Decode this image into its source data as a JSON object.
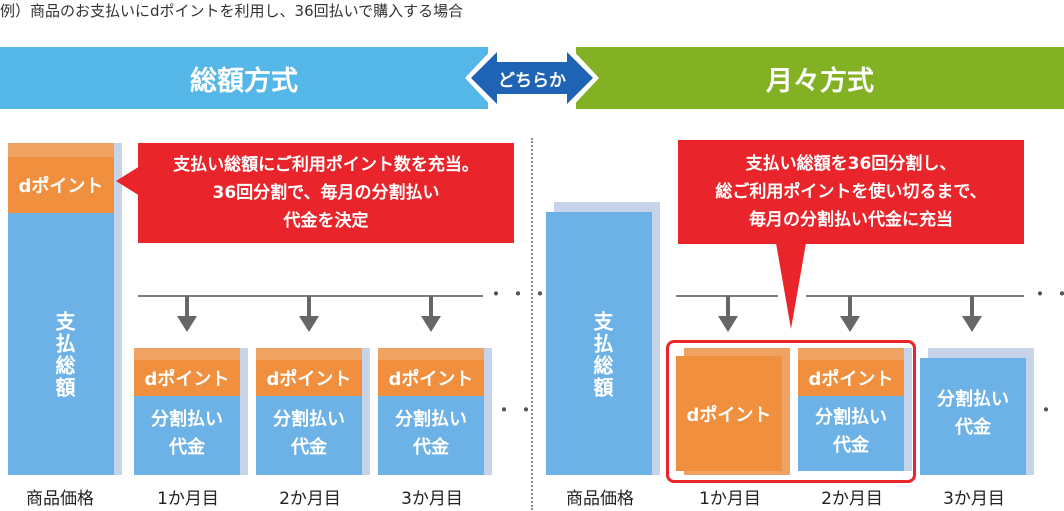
{
  "caption": "例）商品のお支払いにdポイントを利用し、36回払いで購入する場合",
  "either_label": "どちらか",
  "colors": {
    "blue_banner": "#55b6e8",
    "green_banner": "#82b223",
    "bar_blue": "#6cb2e6",
    "dpoint_orange": "#f08f3e",
    "callout_red": "#e9242a"
  },
  "total_method": {
    "title": "総額方式",
    "callout": [
      "支払い総額にご利用ポイント数を充当。",
      "36回分割で、毎月の分割払い",
      "代金を決定"
    ],
    "total_bar_label": "支払総額",
    "dpoint_label": "dポイント",
    "months": [
      {
        "dpoint": "dポイント",
        "payment": [
          "分割払い",
          "代金"
        ],
        "label": "1か月目"
      },
      {
        "dpoint": "dポイント",
        "payment": [
          "分割払い",
          "代金"
        ],
        "label": "2か月目"
      },
      {
        "dpoint": "dポイント",
        "payment": [
          "分割払い",
          "代金"
        ],
        "label": "3か月目"
      }
    ],
    "product_price_label": "商品価格",
    "ellipsis": "・・・"
  },
  "monthly_method": {
    "title": "月々方式",
    "callout": [
      "支払い総額を36回分割し、",
      "総ご利用ポイントを使い切るまで、",
      "毎月の分割払い代金に充当"
    ],
    "total_bar_label": "支払総額",
    "months": [
      {
        "dpoint_full": "dポイント",
        "label": "1か月目"
      },
      {
        "dpoint": "dポイント",
        "payment": [
          "分割払い",
          "代金"
        ],
        "label": "2か月目"
      },
      {
        "payment": [
          "分割払い",
          "代金"
        ],
        "label": "3か月目"
      }
    ],
    "product_price_label": "商品価格",
    "ellipsis": "・・・"
  }
}
